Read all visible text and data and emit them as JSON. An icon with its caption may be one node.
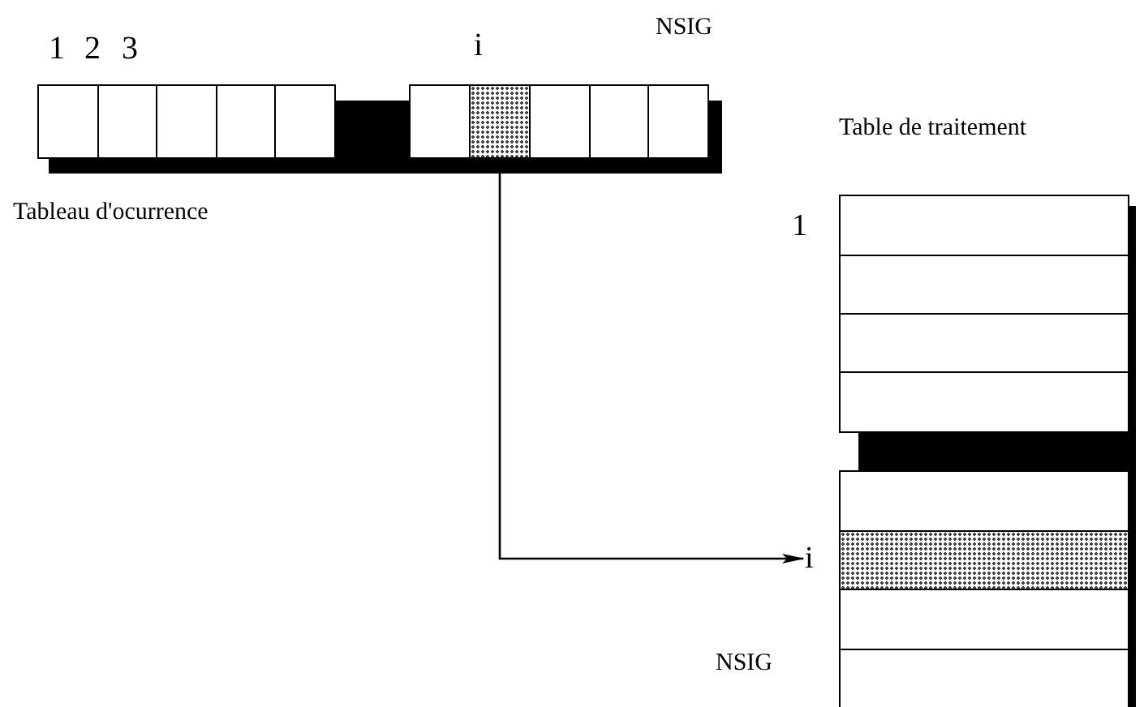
{
  "diagram": {
    "nodes": [
      {
        "text": [],
        "shape": "box",
        "beside": [
          "i"
        ]
      },
      {
        "text": [
          "i"
        ]
      }
    ],
    "edges": [
      {
        "from": 0,
        "to": 1,
        "arrow": "to"
      }
    ],
    "labels": [
      "1",
      "2",
      "3",
      "NSIG",
      "Table de traitement",
      "Tableau d'ocurrence",
      "1",
      "NSIG"
    ]
  }
}
